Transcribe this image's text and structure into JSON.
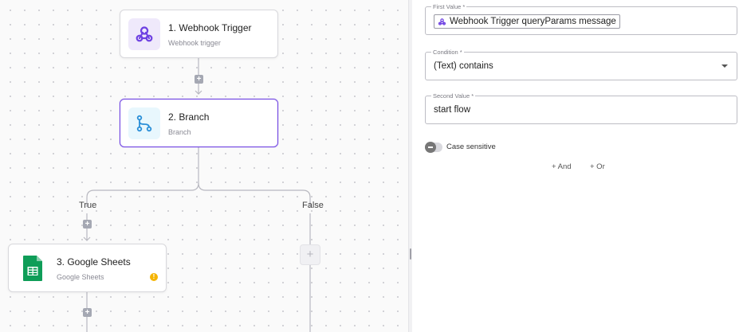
{
  "flow": {
    "steps": [
      {
        "title": "1. Webhook Trigger",
        "subtitle": "Webhook trigger",
        "icon": "webhook-icon"
      },
      {
        "title": "2. Branch",
        "subtitle": "Branch",
        "icon": "branch-icon"
      },
      {
        "title": "3. Google Sheets",
        "subtitle": "Google Sheets",
        "icon": "google-sheets-icon",
        "warning": "!"
      }
    ],
    "add_symbol": "+",
    "branches": {
      "true_label": "True",
      "false_label": "False"
    },
    "empty_slot_symbol": "+"
  },
  "panel": {
    "first_value": {
      "legend": "First Value *",
      "chip_icon": "webhook-icon",
      "chip_text": "Webhook Trigger queryParams message"
    },
    "condition": {
      "legend": "Condition *",
      "value": "(Text) contains"
    },
    "second_value": {
      "legend": "Second Value *",
      "value": "start flow"
    },
    "case_sensitive": {
      "label": "Case sensitive",
      "enabled": false
    },
    "and_label": "+ And",
    "or_label": "+ Or"
  },
  "colors": {
    "accent": "#6e41e2",
    "branch_bg": "#e8f7fd",
    "webhook_bg": "#efe9fb",
    "sheets_green": "#0f9d58",
    "warning": "#f5b400"
  }
}
